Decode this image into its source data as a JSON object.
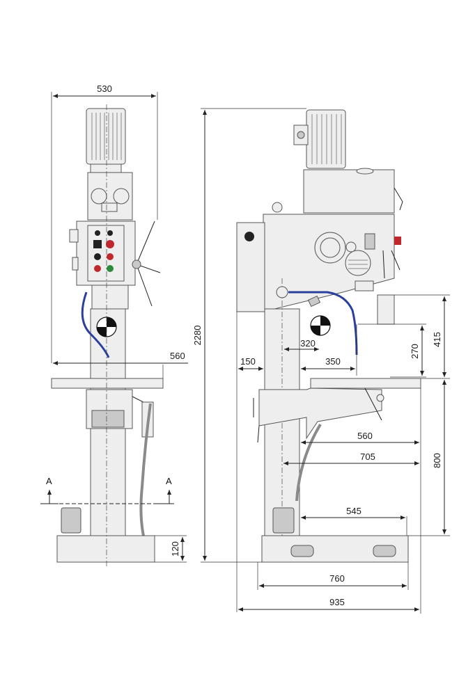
{
  "front_view": {
    "dim_width_top": "530",
    "dim_table": "560",
    "dim_base_height": "120",
    "section_left": "A",
    "section_right": "A"
  },
  "side_view": {
    "dim_height_total": "2280",
    "dim_spindle_offset": "320",
    "dim_column_offset": "150",
    "dim_reach": "350",
    "dim_spindle_to_table": "270",
    "dim_spindle_travel": "415",
    "dim_table_reach": "560",
    "dim_table_max": "705",
    "dim_table_travel": "800",
    "dim_base_reach": "545",
    "dim_base_length": "760",
    "dim_overall_depth": "935"
  },
  "colors": {
    "machine_body": "#eeeeee",
    "button_red": "#c0282e",
    "button_green": "#2d8a3b",
    "coolant_hose": "#2a3f9e"
  }
}
